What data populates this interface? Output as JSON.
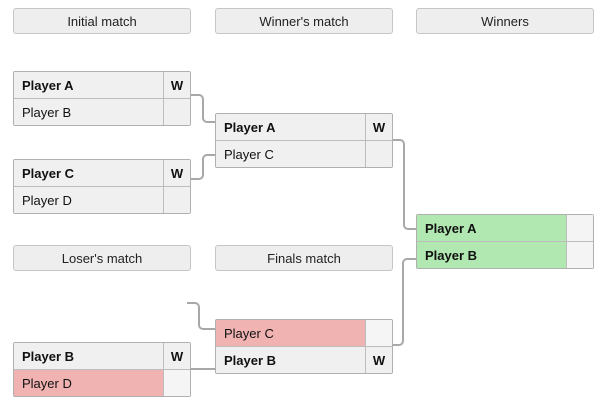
{
  "colors": {
    "winner_green": "#b1e7b1",
    "loser_pink": "#f1b2b2",
    "row_gray": "#f0f0f0",
    "header_bg": "#eeeeee",
    "border_gray": "#b0b0b0",
    "connector_gray": "#a8a8a8"
  },
  "headers": {
    "initial_match": "Initial match",
    "winners_match": "Winner's match",
    "winners": "Winners",
    "losers_match": "Loser's match",
    "finals_match": "Finals match"
  },
  "matches": {
    "initial_1": {
      "slots": [
        {
          "name": "Player A",
          "mark": "W"
        },
        {
          "name": "Player B",
          "mark": ""
        }
      ]
    },
    "initial_2": {
      "slots": [
        {
          "name": "Player C",
          "mark": "W"
        },
        {
          "name": "Player D",
          "mark": ""
        }
      ]
    },
    "winners_match": {
      "slots": [
        {
          "name": "Player A",
          "mark": "W"
        },
        {
          "name": "Player C",
          "mark": ""
        }
      ]
    },
    "winners": {
      "slots": [
        {
          "name": "Player A",
          "mark": ""
        },
        {
          "name": "Player B",
          "mark": ""
        }
      ]
    },
    "losers_match": {
      "slots": [
        {
          "name": "Player B",
          "mark": "W"
        },
        {
          "name": "Player D",
          "mark": ""
        }
      ]
    },
    "finals_match": {
      "slots": [
        {
          "name": "Player C",
          "mark": ""
        },
        {
          "name": "Player B",
          "mark": "W"
        }
      ]
    }
  }
}
